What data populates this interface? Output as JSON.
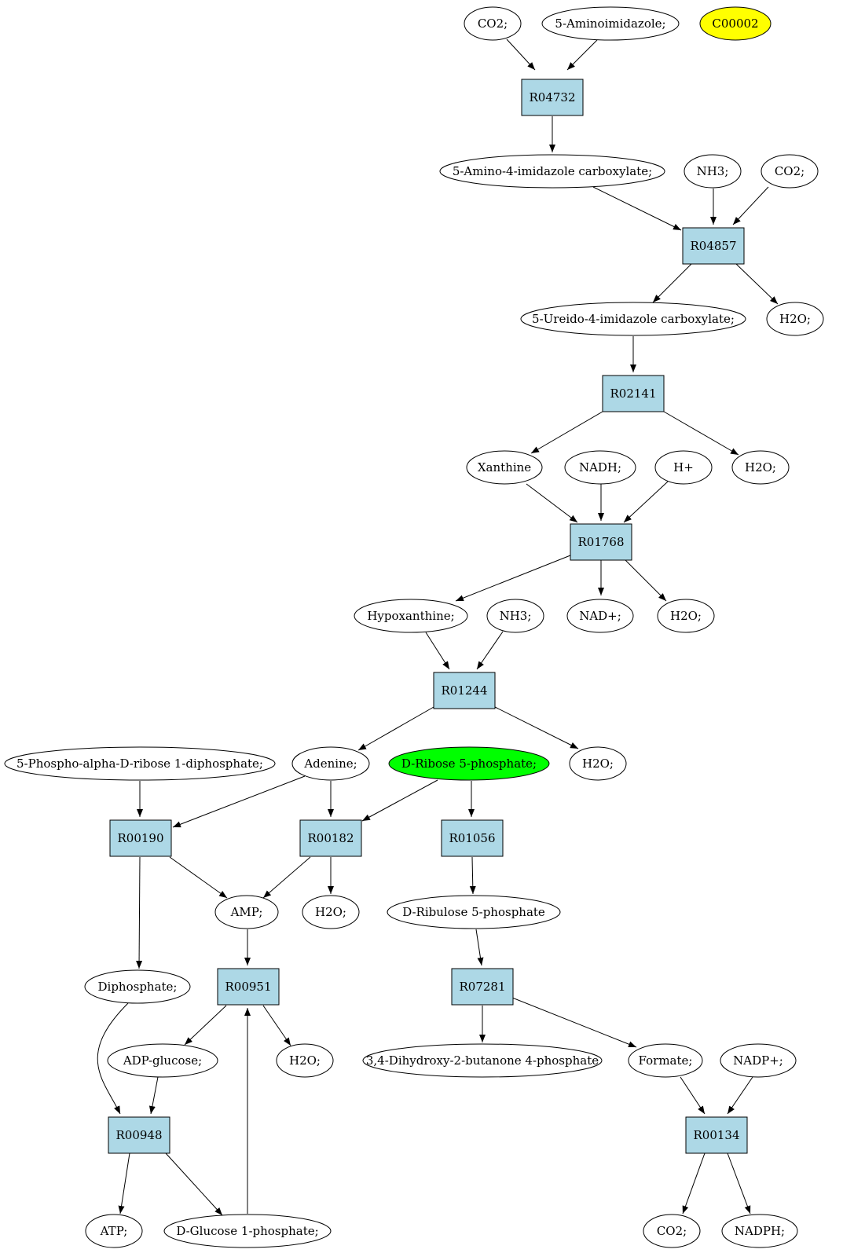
{
  "colors": {
    "reaction_fill": "#add8e6",
    "highlight_yellow": "#ffff00",
    "highlight_green": "#00ff00"
  },
  "nodes": {
    "co2_a": "CO2;",
    "aminoimidazole": "5-Aminoimidazole;",
    "c00002": "C00002",
    "r04732": "R04732",
    "aica": "5-Amino-4-imidazole carboxylate;",
    "nh3_a": "NH3;",
    "co2_b": "CO2;",
    "r04857": "R04857",
    "uica": "5-Ureido-4-imidazole carboxylate;",
    "h2o_a": "H2O;",
    "r02141": "R02141",
    "xanthine": "Xanthine",
    "nadh": "NADH;",
    "hplus": "H+",
    "h2o_b": "H2O;",
    "r01768": "R01768",
    "hypoxanthine": "Hypoxanthine;",
    "nh3_b": "NH3;",
    "nadplus": "NAD+;",
    "h2o_c": "H2O;",
    "r01244": "R01244",
    "prpp": "5-Phospho-alpha-D-ribose 1-diphosphate;",
    "adenine": "Adenine;",
    "r5p": "D-Ribose 5-phosphate;",
    "h2o_d": "H2O;",
    "r00190": "R00190",
    "r00182": "R00182",
    "r01056": "R01056",
    "amp": "AMP;",
    "h2o_e": "H2O;",
    "ru5p": "D-Ribulose 5-phosphate",
    "diphosphate": "Diphosphate;",
    "r00951": "R00951",
    "r07281": "R07281",
    "adpglucose": "ADP-glucose;",
    "h2o_f": "H2O;",
    "dhbp": "3,4-Dihydroxy-2-butanone 4-phosphate",
    "formate": "Formate;",
    "nadpplus": "NADP+;",
    "r00948": "R00948",
    "r00134": "R00134",
    "atp": "ATP;",
    "g1p": "D-Glucose 1-phosphate;",
    "co2_c": "CO2;",
    "nadph": "NADPH;"
  }
}
